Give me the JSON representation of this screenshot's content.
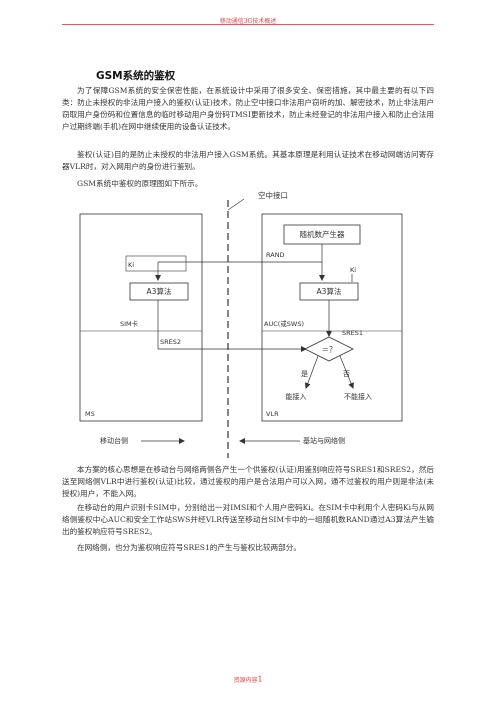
{
  "header": {
    "text": "移动通信3G技术概述"
  },
  "document": {
    "title": "GSM系统的鉴权",
    "para1": "为了保障GSM系统的安全保密性能，在系统设计中采用了很多安全、保密措施，其中最主要的有以下四类：防止未授权的非法用户接入的鉴权(认证)技术，防止空中接口非法用户窃听的加、解密技术，防止非法用户窃取用户身份码和位置信息的临时移动用户身份码TMSI更新技术，防止未经登记的非法用户接入和防止合法用户过期终端(手机)在网中继续使用的设备认证技术。",
    "para2": "鉴权(认证)目的是防止未授权的非法用户接入GSM系统。其基本原理是利用认证技术在移动网端访问寄存器VLR时，对入网用户的身份进行鉴别。",
    "para3": "GSM系统中鉴权的原理图如下所示。",
    "para4": "本方案的核心思想是在移动台与网络两侧各产生一个供鉴权(认证)用鉴别响应符号SRES1和SRES2，然后送至网络侧VLR中进行鉴权(认证)比较，通过鉴权的用户是合法用户可以入网，通不过鉴权的用户则是非法(未授权)用户，不能入网。",
    "para5": "在移动台的用户识别卡SIM中，分别给出一对IMSI和个人用户密码Ki。在SIM卡中利用个人密码Ki与从网络侧鉴权中心AUC和安全工作站SWS并经VLR传送至移动台SIM卡中的一组随机数RAND通过A3算法产生输出的鉴权响应符号SRES2。",
    "para6": "在网络侧，也分为鉴权响应符号SRES1的产生与鉴权比较两部分。"
  },
  "diagram": {
    "air_interface": "空中接口",
    "rng": "随机数产生器",
    "rand": "RAND",
    "ki_left": "Ki",
    "ki_right": "Ki",
    "a3_left": "A3算法",
    "a3_right": "A3算法",
    "sim_card": "SIM卡",
    "auc": "AUC(或SWS)",
    "sres2": "SRES2",
    "sres1": "SRES1",
    "compare": "＝？",
    "yes": "是",
    "no": "否",
    "allow": "能接入",
    "deny": "不能接入",
    "ms": "MS",
    "vlr": "VLR",
    "mobile_side": "移动台侧",
    "network_side": "基站与网络侧"
  },
  "footer": {
    "label": "资源内容",
    "page": "1"
  }
}
